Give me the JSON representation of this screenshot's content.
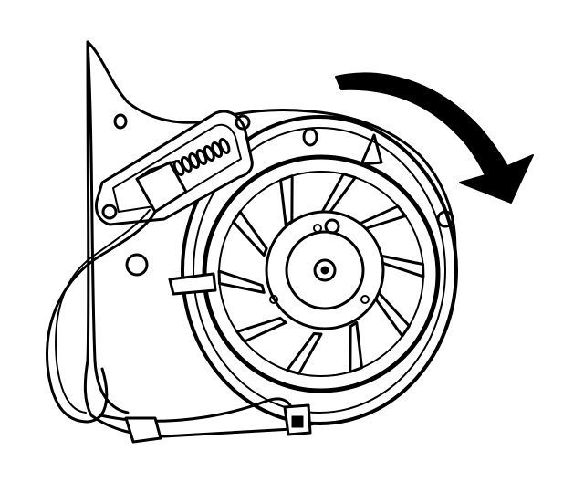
{
  "figure": {
    "subject": "blower-motor-assembly",
    "labels": [],
    "colors": {
      "ink": "#000000",
      "paper": "#ffffff"
    },
    "arrow": {
      "direction": "clockwise"
    },
    "fan": {
      "blade_count": 10
    }
  }
}
